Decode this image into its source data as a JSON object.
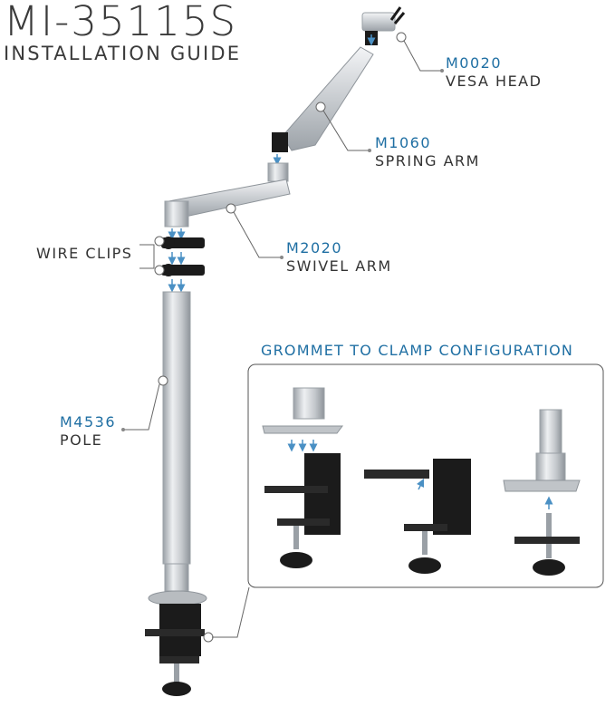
{
  "header": {
    "title": "MI-35115S",
    "subtitle": "INSTALLATION GUIDE"
  },
  "callouts": {
    "vesa_head": {
      "code": "M0020",
      "name": "VESA HEAD"
    },
    "spring_arm": {
      "code": "M1060",
      "name": "SPRING ARM"
    },
    "swivel_arm": {
      "code": "M2020",
      "name": "SWIVEL ARM"
    },
    "wire_clips": {
      "name": "WIRE CLIPS"
    },
    "pole": {
      "code": "M4536",
      "name": "POLE"
    }
  },
  "inset": {
    "title": "GROMMET TO CLAMP CONFIGURATION"
  },
  "colors": {
    "accent": "#1f6fa3",
    "text": "#333333",
    "silver": "#c9cdd1",
    "black": "#1b1b1b"
  }
}
